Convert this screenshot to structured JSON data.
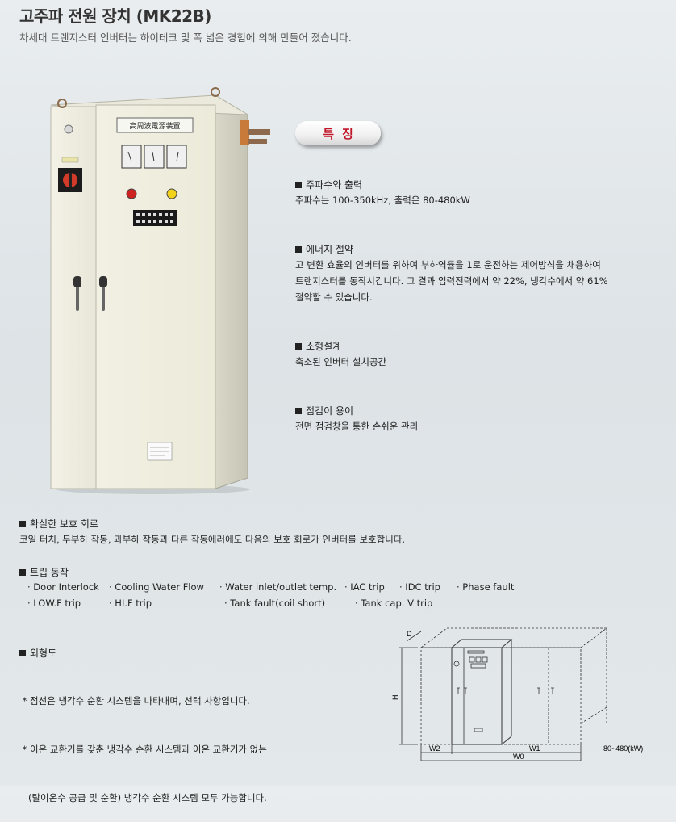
{
  "header": {
    "title": "고주파 전원 장치 (MK22B)",
    "subtitle": "차세대 트렌지스터 인버터는 하이테크 및 폭 넓은 경험에 의해 만들어 졌습니다."
  },
  "cabinet": {
    "plate_text": "高周波電源装置"
  },
  "features": {
    "badge": "특징",
    "sections": [
      {
        "heading": "주파수와 출력",
        "lines": [
          " 주파수는  100-350kHz, 출력은 80-480kW"
        ]
      },
      {
        "heading": "에너지 절약",
        "lines": [
          " 고 변환 효율의 인버터를 위하여 부하역률을 1로 운전하는 제어방식을 채용하여",
          "트랜지스터를 동작시킵니다. 그 결과 입력전력에서 약 22%, 냉각수에서 약 61%",
          "절약할 수 있습니다."
        ]
      },
      {
        "heading": "소형설계",
        "lines": [
          "축소된 인버터 설치공간"
        ]
      },
      {
        "heading": "점검이 용이",
        "lines": [
          "전면 점검창을 통한 손쉬운 관리"
        ]
      }
    ]
  },
  "protection": {
    "heading": "확실한 보호 회로",
    "text": "코일 터치, 무부하 작동, 과부하 작동과 다른 작동에러에도 다음의 보호 회로가 인버터를 보호합니다."
  },
  "trip": {
    "heading": "트립 동작",
    "row1": [
      "· Door Interlock",
      "· Cooling Water Flow",
      "· Water inlet/outlet temp.",
      "· IAC trip",
      "· IDC trip",
      "· Phase fault"
    ],
    "row2": [
      "· LOW.F trip",
      "· HI.F trip",
      "· Tank fault(coil short)",
      "· Tank cap. V trip"
    ]
  },
  "outline": {
    "heading": "외형도",
    "lines": [
      " * 점선은 냉각수 순환 시스템을 나타내며, 선택 사항입니다.",
      " * 이온 교환기를 갖춘 냉각수 순환 시스템과 이온 교환기가 없는",
      "   (탈이온수 공급 및 순환) 냉각수 순환 시스템 모두 가능합니다."
    ],
    "labels": {
      "d": "D",
      "h": "H",
      "w2": "W2",
      "w1": "W1",
      "w0": "W0",
      "power": "80~480(kW)"
    }
  }
}
